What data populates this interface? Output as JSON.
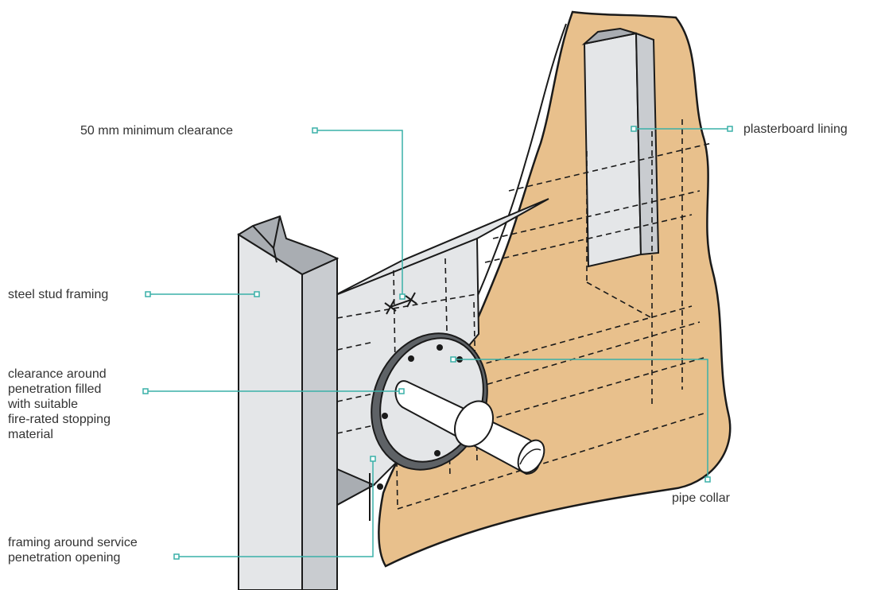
{
  "colors": {
    "lining": "#E8C08C",
    "steel": "#E4E6E8",
    "steel_shade": "#C9CCD0",
    "steel_dark": "#A9ADB2",
    "leader": "#3AB0A8",
    "outline": "#1A1A1A",
    "text": "#333333"
  },
  "labels": {
    "clearance_min": "50 mm minimum clearance",
    "plasterboard": "plasterboard lining",
    "steel_stud": "steel stud framing",
    "stopping": "clearance around\npenetration filled\nwith suitable\nfire-rated stopping\nmaterial",
    "pipe_collar": "pipe collar",
    "framing_opening": "framing around service\npenetration opening"
  }
}
